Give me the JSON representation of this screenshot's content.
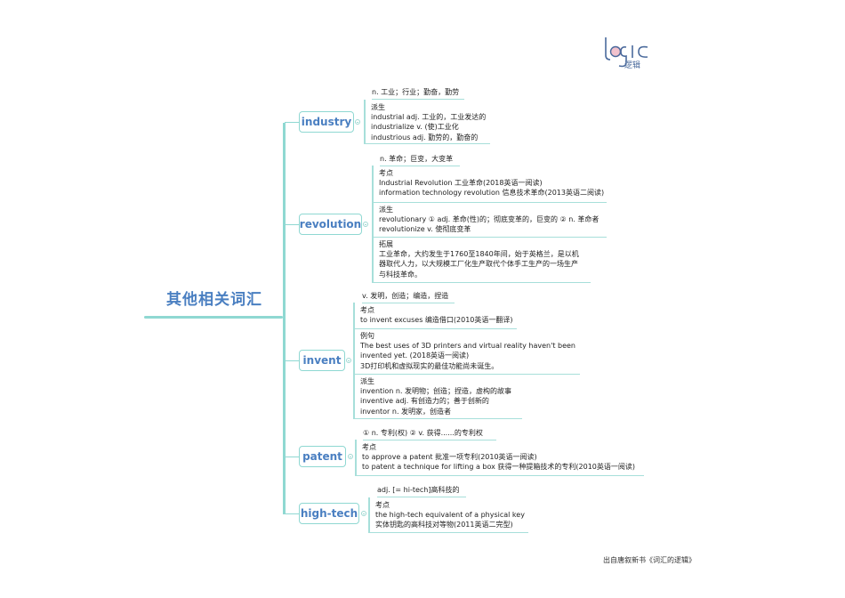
{
  "logo": {
    "text": "logic",
    "subtitle": "逻辑",
    "accent_color": "#e8a9b8",
    "stroke_color": "#4a6a9c"
  },
  "root": {
    "title": "其他相关词汇"
  },
  "colors": {
    "line": "#8fd8d2",
    "node_text": "#4a7fc1"
  },
  "branches": {
    "industry": {
      "label": "industry",
      "definition": "n. 工业；行业；勤奋，勤劳",
      "groups": {
        "derived": {
          "title": "派生",
          "lines": [
            "industrial adj. 工业的，工业发达的",
            "industrialize v. (使)工业化",
            "industrious adj. 勤劳的，勤奋的"
          ]
        }
      }
    },
    "revolution": {
      "label": "revolution",
      "definition": "n. 革命；巨变，大变革",
      "groups": {
        "exam": {
          "title": "考点",
          "lines": [
            "Industrial Revolution 工业革命(2018英语一阅读)",
            "information technology revolution 信息技术革命(2013英语二阅读)"
          ]
        },
        "derived": {
          "title": "派生",
          "lines": [
            "revolutionary ① adj. 革命(性)的；彻底变革的，巨变的 ② n. 革命者",
            "revolutionize v. 使彻底变革"
          ]
        },
        "extension": {
          "title": "拓展",
          "lines": [
            "工业革命，大约发生于1760至1840年间，始于英格兰，是以机",
            "器取代人力，以大规模工厂化生产取代个体手工生产的一场生产",
            " 与科技革命。"
          ]
        }
      }
    },
    "invent": {
      "label": "invent",
      "definition": "v. 发明，创造；编造，捏造",
      "groups": {
        "exam": {
          "title": "考点",
          "lines": [
            "to invent excuses 编造借口(2010英语一翻译)"
          ]
        },
        "example": {
          "title": "例句",
          "lines": [
            "The best uses of 3D printers and virtual reality haven't been",
            "invented yet. (2018英语一阅读)",
            "3D打印机和虚拟现实的最佳功能尚未诞生。"
          ]
        },
        "derived": {
          "title": "派生",
          "lines": [
            "invention n. 发明物；创造；捏造，虚构的故事",
            "inventive adj. 有创造力的；善于创新的",
            "inventor n. 发明家，创造者"
          ]
        }
      }
    },
    "patent": {
      "label": "patent",
      "definition": "① n. 专利(权) ② v. 获得......的专利权",
      "groups": {
        "exam": {
          "title": "考点",
          "lines": [
            "to approve a patent 批准一项专利(2010英语一阅读)",
            "to patent a technique for lifting a box 获得一种提箱技术的专利(2010英语一阅读)"
          ]
        }
      }
    },
    "hightech": {
      "label": "high-tech",
      "definition": "adj. [= hi-tech]高科技的",
      "groups": {
        "exam": {
          "title": "考点",
          "lines": [
            "the high-tech equivalent of a physical key",
            "实体钥匙的高科技对等物(2011英语二完型)"
          ]
        }
      }
    }
  },
  "footer": {
    "source": "出自唐叙新书《词汇的逻辑》"
  }
}
